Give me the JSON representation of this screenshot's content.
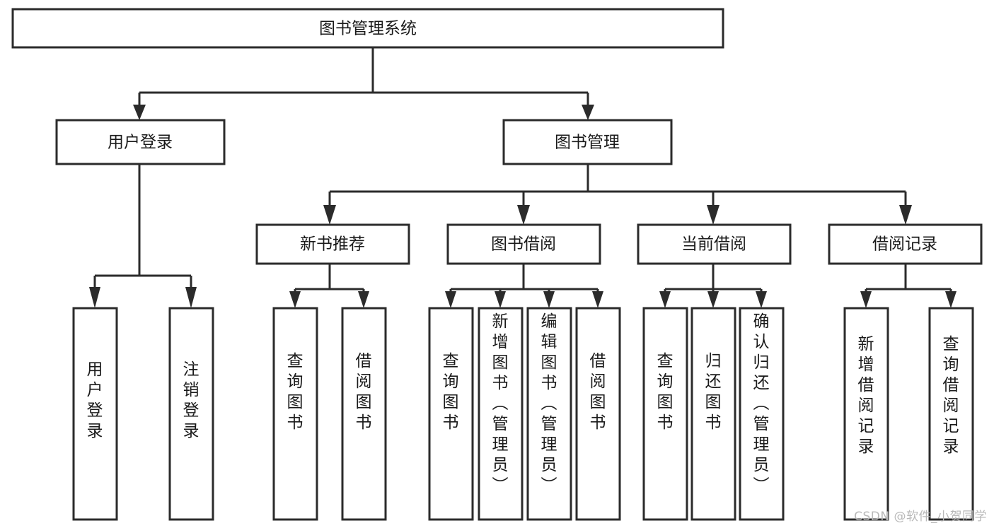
{
  "diagram": {
    "title": "图书管理系统",
    "type": "tree-hierarchy-diagram",
    "watermark": "CSDN @软件_小贺同学",
    "colors": {
      "background": "#ffffff",
      "box_stroke": "#2b2b2b",
      "box_fill": "#ffffff",
      "text": "#1a1a1a",
      "watermark": "#b8b8b8"
    },
    "levels": {
      "root": {
        "label": "图书管理系统"
      },
      "level2": [
        {
          "label": "用户登录"
        },
        {
          "label": "图书管理"
        }
      ],
      "level3": [
        {
          "label": "新书推荐"
        },
        {
          "label": "图书借阅"
        },
        {
          "label": "当前借阅"
        },
        {
          "label": "借阅记录"
        }
      ],
      "leaves": {
        "user_login": [
          {
            "label": "用户登录"
          },
          {
            "label": "注销登录"
          }
        ],
        "new_book_recommend": [
          {
            "label": "查询图书"
          },
          {
            "label": "借阅图书"
          }
        ],
        "book_borrow": [
          {
            "label": "查询图书"
          },
          {
            "label": "新增图书（管理员）"
          },
          {
            "label": "编辑图书（管理员）"
          },
          {
            "label": "借阅图书"
          }
        ],
        "current_borrow": [
          {
            "label": "查询图书"
          },
          {
            "label": "归还图书"
          },
          {
            "label": "确认归还（管理员）"
          }
        ],
        "borrow_record": [
          {
            "label": "新增借阅记录"
          },
          {
            "label": "查询借阅记录"
          }
        ]
      }
    }
  }
}
